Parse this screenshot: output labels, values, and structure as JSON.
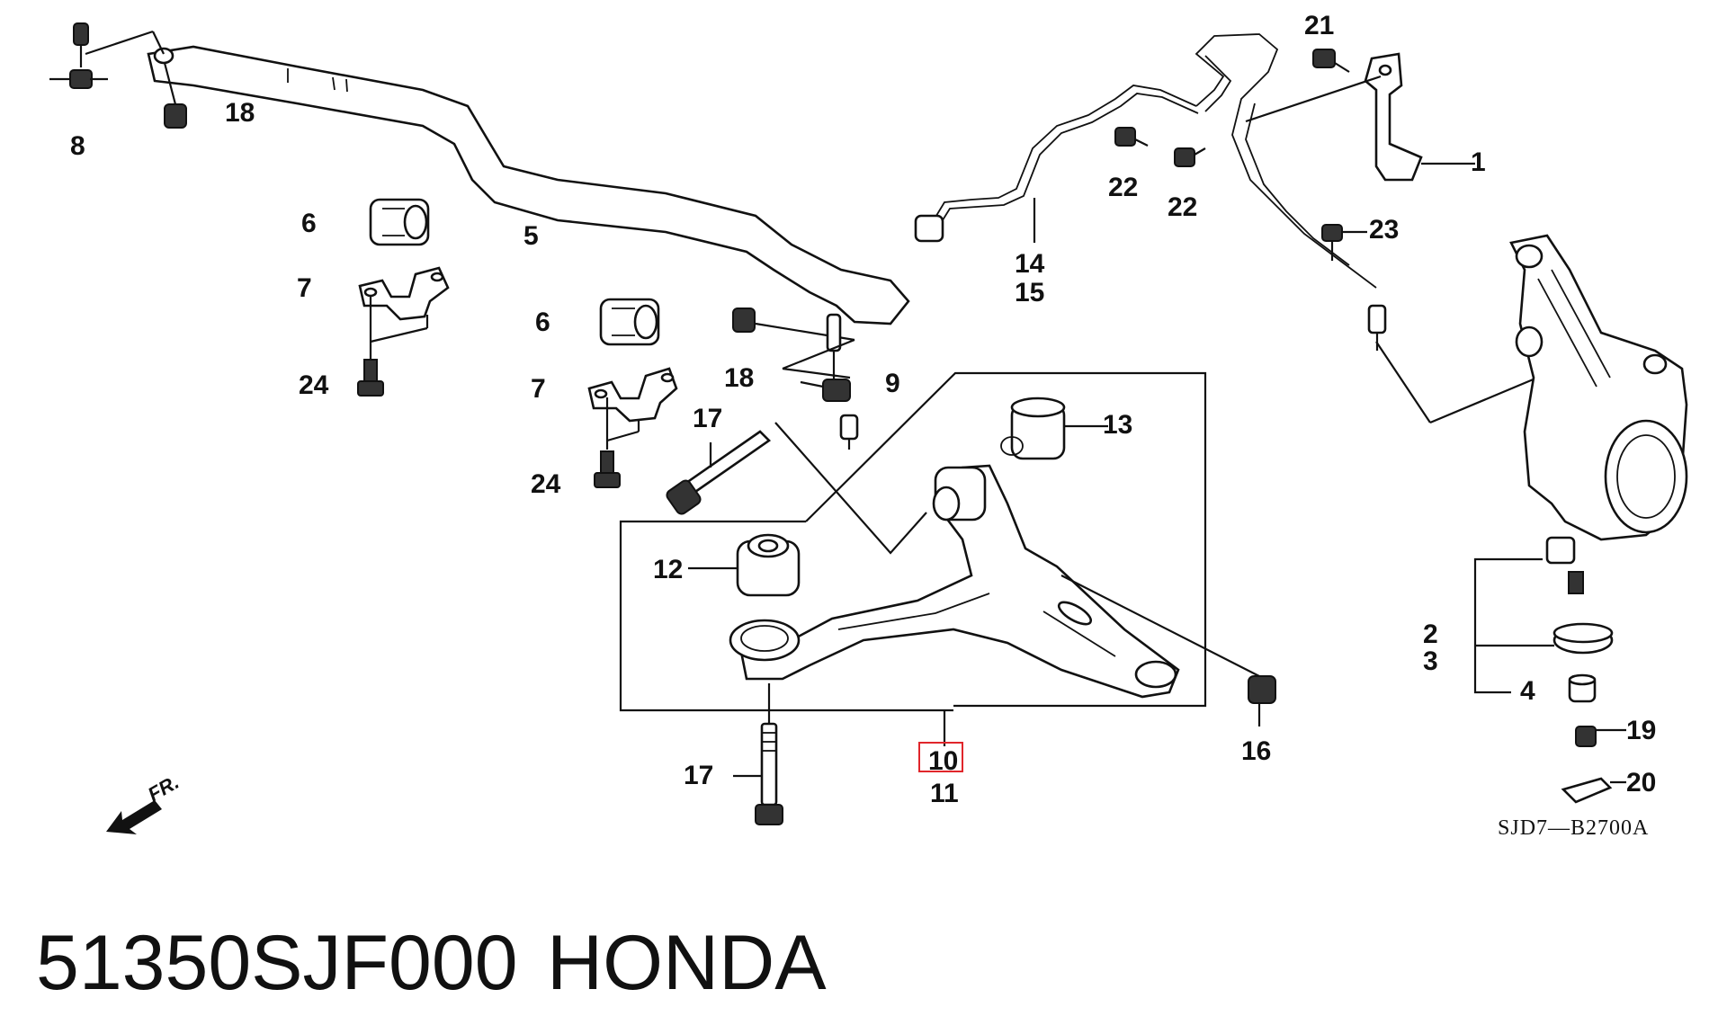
{
  "parts": [
    {
      "key": "p1",
      "label": "1"
    },
    {
      "key": "p2",
      "label": "2"
    },
    {
      "key": "p3",
      "label": "3"
    },
    {
      "key": "p4",
      "label": "4"
    },
    {
      "key": "p5",
      "label": "5"
    },
    {
      "key": "p6a",
      "label": "6"
    },
    {
      "key": "p6b",
      "label": "6"
    },
    {
      "key": "p7a",
      "label": "7"
    },
    {
      "key": "p7b",
      "label": "7"
    },
    {
      "key": "p8",
      "label": "8"
    },
    {
      "key": "p9",
      "label": "9"
    },
    {
      "key": "p10",
      "label": "10"
    },
    {
      "key": "p11",
      "label": "11"
    },
    {
      "key": "p12",
      "label": "12"
    },
    {
      "key": "p13",
      "label": "13"
    },
    {
      "key": "p14",
      "label": "14"
    },
    {
      "key": "p15",
      "label": "15"
    },
    {
      "key": "p16",
      "label": "16"
    },
    {
      "key": "p17a",
      "label": "17"
    },
    {
      "key": "p17b",
      "label": "17"
    },
    {
      "key": "p18a",
      "label": "18"
    },
    {
      "key": "p18b",
      "label": "18"
    },
    {
      "key": "p19",
      "label": "19"
    },
    {
      "key": "p20",
      "label": "20"
    },
    {
      "key": "p21",
      "label": "21"
    },
    {
      "key": "p22a",
      "label": "22"
    },
    {
      "key": "p22b",
      "label": "22"
    },
    {
      "key": "p23",
      "label": "23"
    },
    {
      "key": "p24a",
      "label": "24"
    },
    {
      "key": "p24b",
      "label": "24"
    }
  ],
  "highlighted_part": "10",
  "front_indicator": "FR.",
  "diagram_reference": "SJD7—B2700A",
  "part_number": "51350SJF000",
  "brand": "HONDA",
  "colors": {
    "ink": "#111111",
    "highlight": "#e0262b",
    "background": "#ffffff"
  }
}
